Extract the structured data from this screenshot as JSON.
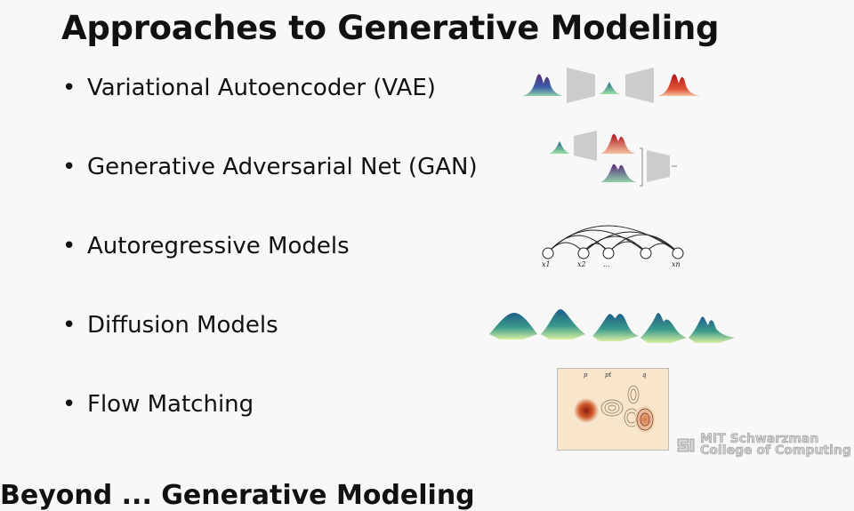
{
  "slide": {
    "title": "Approaches to Generative Modeling",
    "bullets": [
      {
        "label": "Variational Autoencoder (VAE)"
      },
      {
        "label": "Generative Adversarial Net (GAN)"
      },
      {
        "label": "Autoregressive Models"
      },
      {
        "label": "Diffusion Models"
      },
      {
        "label": "Flow Matching"
      }
    ],
    "bullet_glyph": "•",
    "autoregressive_nodes": [
      "x1",
      "x2",
      "...",
      "",
      "xn"
    ],
    "flow_labels": [
      "p",
      "pt",
      "q"
    ]
  },
  "watermark": {
    "line1": "MIT Schwarzman",
    "line2": "College of Computing"
  },
  "next_slide_title": "Beyond ... Generative Modeling"
}
